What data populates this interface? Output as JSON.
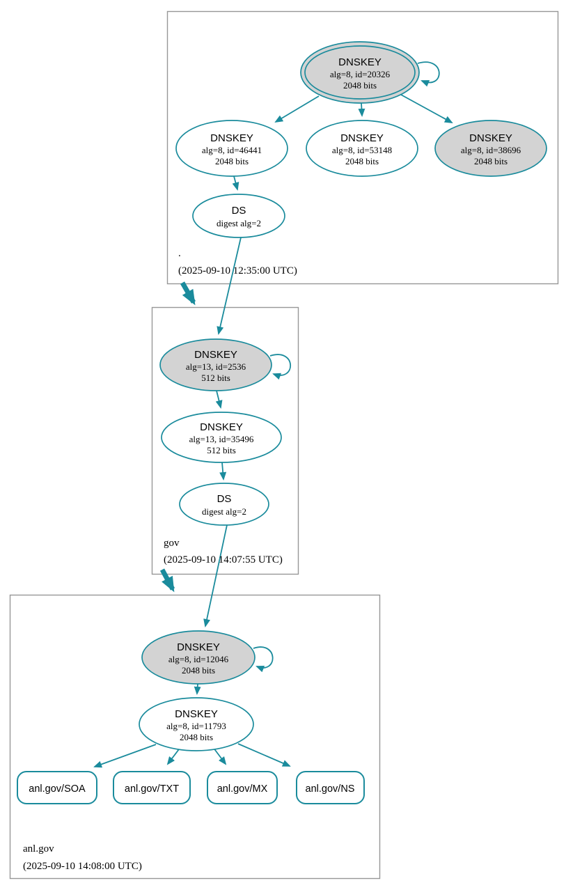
{
  "colors": {
    "edge_teal": "#1a8b9c",
    "ksk_fill_gray": "#d3d3d3",
    "node_fill_white": "#ffffff",
    "zone_border_gray": "#979797",
    "text_black": "#000000"
  },
  "zones": [
    {
      "label": ".",
      "timestamp": "(2025-09-10 12:35:00 UTC)"
    },
    {
      "label": "gov",
      "timestamp": "(2025-09-10 14:07:55 UTC)"
    },
    {
      "label": "anl.gov",
      "timestamp": "(2025-09-10 14:08:00 UTC)"
    }
  ],
  "nodes": {
    "root_ksk": {
      "type": "DNSKEY",
      "detail": "alg=8, id=20326",
      "bits": "2048 bits"
    },
    "root_zsk_46441": {
      "type": "DNSKEY",
      "detail": "alg=8, id=46441",
      "bits": "2048 bits"
    },
    "root_zsk_53148": {
      "type": "DNSKEY",
      "detail": "alg=8, id=53148",
      "bits": "2048 bits"
    },
    "root_key_38696": {
      "type": "DNSKEY",
      "detail": "alg=8, id=38696",
      "bits": "2048 bits"
    },
    "root_ds": {
      "type": "DS",
      "detail": "digest alg=2"
    },
    "gov_ksk": {
      "type": "DNSKEY",
      "detail": "alg=13, id=2536",
      "bits": "512 bits"
    },
    "gov_zsk": {
      "type": "DNSKEY",
      "detail": "alg=13, id=35496",
      "bits": "512 bits"
    },
    "gov_ds": {
      "type": "DS",
      "detail": "digest alg=2"
    },
    "anl_ksk": {
      "type": "DNSKEY",
      "detail": "alg=8, id=12046",
      "bits": "2048 bits"
    },
    "anl_zsk": {
      "type": "DNSKEY",
      "detail": "alg=8, id=11793",
      "bits": "2048 bits"
    },
    "anl_rrsets": [
      {
        "label": "anl.gov/SOA"
      },
      {
        "label": "anl.gov/TXT"
      },
      {
        "label": "anl.gov/MX"
      },
      {
        "label": "anl.gov/NS"
      }
    ]
  }
}
